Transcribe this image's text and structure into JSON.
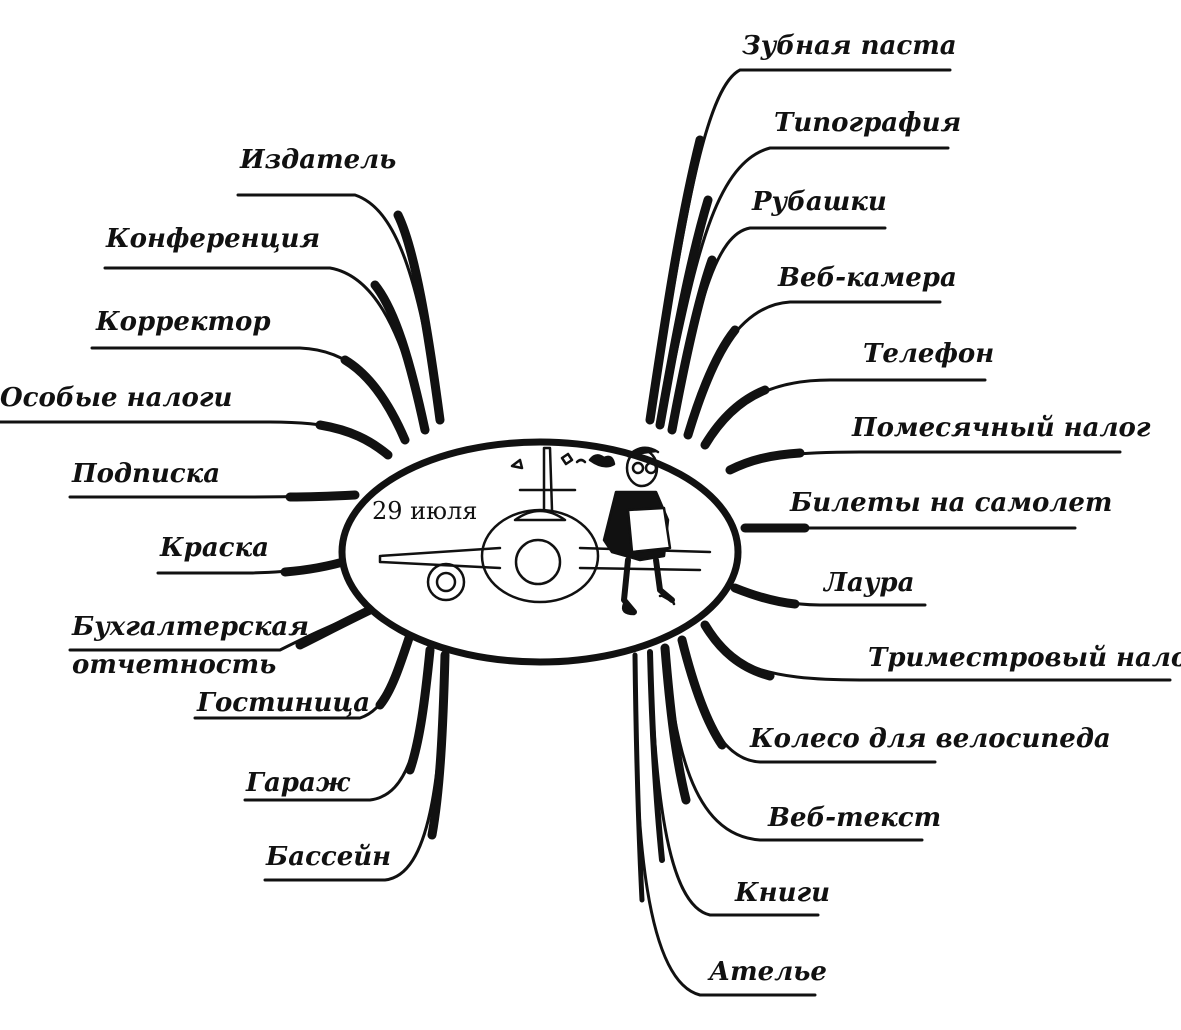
{
  "center": {
    "date": "29 июля",
    "illustration": "airplane-and-traveler"
  },
  "left_branches": [
    {
      "id": "izdatel",
      "label": "Издатель"
    },
    {
      "id": "konferenciya",
      "label": "Конференция"
    },
    {
      "id": "korrektor",
      "label": "Корректор"
    },
    {
      "id": "osobye-nalogi",
      "label": "Особые налоги"
    },
    {
      "id": "podpiska",
      "label": "Подписка"
    },
    {
      "id": "kraska",
      "label": "Краска"
    },
    {
      "id": "buhgalterskaya",
      "label": "Бухгалтерская",
      "label2": "отчетность"
    },
    {
      "id": "gostinica",
      "label": "Гостиница"
    },
    {
      "id": "garazh",
      "label": "Гараж"
    },
    {
      "id": "bassein",
      "label": "Бассейн"
    }
  ],
  "right_branches": [
    {
      "id": "zubnaya-pasta",
      "label": "Зубная паста"
    },
    {
      "id": "tipografiya",
      "label": "Типография"
    },
    {
      "id": "rubashki",
      "label": "Рубашки"
    },
    {
      "id": "veb-kamera",
      "label": "Веб-камера"
    },
    {
      "id": "telefon",
      "label": "Телефон"
    },
    {
      "id": "pomesyachnyi-nalog",
      "label": "Помесячный налог"
    },
    {
      "id": "bilety",
      "label": "Билеты на самолет"
    },
    {
      "id": "laura",
      "label": "Лаура"
    },
    {
      "id": "trimestrovyi-nalog",
      "label": "Триместровый налог"
    },
    {
      "id": "koleso",
      "label": "Колесо для велосипеда"
    },
    {
      "id": "veb-tekst",
      "label": "Веб-текст"
    },
    {
      "id": "knigi",
      "label": "Книги"
    },
    {
      "id": "atele",
      "label": "Ателье"
    }
  ]
}
